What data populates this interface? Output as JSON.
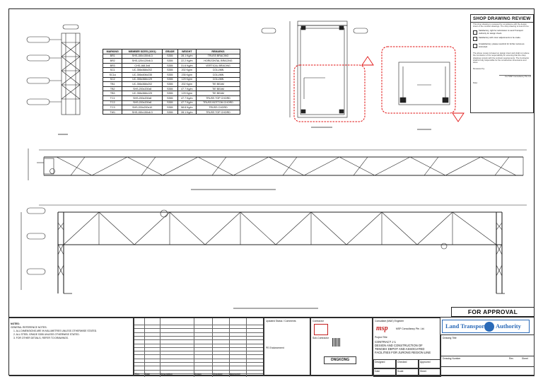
{
  "review_panel": {
    "title": "SHOP DRAWING REVIEW",
    "intro": "This shop drawing is reviewed for compliance with the design intent of the contract drawings. The shop drawing is found to be:",
    "options": [
      "Satisfactory, right for submission to Land Transport Authority for design check.",
      "Satisfactory with minor adjustments to be made.",
      "Unsatisfactory; please resubmit for further review as instructed."
    ],
    "note": "The above review is based on design intent and shall not relieve the Contractor of his responsibility for ensuring that the shop drawings comply with the contract requirements. The Contractor shall be fully responsible for the construction dimensions and sizes.",
    "reviewed_by_label": "Reviewed by:",
    "reviewer": "For MSP Consultancy Pte Ltd",
    "date_label": "Date:"
  },
  "member_table": {
    "headers": [
      "MARKING",
      "MEMBER SIZES (1001)",
      "GRADE",
      "WEIGHT",
      "REMARKS"
    ],
    "rows": [
      [
        "BR1",
        "SHS-150x150x6.3",
        "S355",
        "28.1 Kg/m",
        "TRUSS BRACING"
      ],
      [
        "BR2",
        "SHS-120x120x6.3",
        "S355",
        "22.2 Kg/m",
        "HORIZONTAL BRACING"
      ],
      [
        "BR3",
        "CHS-168.3x8",
        "S355",
        "31.6 Kg/m",
        "VERTICAL BRACING"
      ],
      [
        "SC1",
        "UC-356x368x202",
        "S355",
        "202 Kg/m",
        "COLUMN"
      ],
      [
        "SC1a",
        "UC-356x406x235",
        "S355",
        "235 Kg/m",
        "COLUMN"
      ],
      [
        "SC2",
        "UC-356x368x129",
        "S355",
        "129 Kg/m",
        "COLUMN"
      ],
      [
        "TB1",
        "UC-356x368x202",
        "S355",
        "202 Kg/m",
        "TIE BEAM"
      ],
      [
        "TB2",
        "SHS-200x200x8",
        "S355",
        "47.7 Kg/m",
        "TIE BEAM"
      ],
      [
        "TB3",
        "UC-356x368x129",
        "S355",
        "129 Kg/m",
        "TIE BEAM"
      ],
      [
        "TC1",
        "SHS-200x200x8",
        "S355",
        "47.7 Kg/m",
        "TRUSS TOP CHORD"
      ],
      [
        "TC2",
        "SHS-200x200x8",
        "S355",
        "47.7 Kg/m",
        "TRUSS BOTTOM CHORD"
      ],
      [
        "TC3",
        "SHS-200x200x10",
        "S355",
        "58.8 Kg/m",
        "TRUSS CHORD"
      ],
      [
        "TW1",
        "SHS-150x150x6.3",
        "S355",
        "28.1 Kg/m",
        "TRUSS TOP CHORD"
      ]
    ]
  },
  "approval_stamp": "FOR APPROVAL",
  "notes": {
    "title": "NOTES:",
    "heading": "GENERAL REFERENCE NOTES:",
    "lines": [
      "1. ALL DIMENSIONS ARE IN MILLIMETRES UNLESS OTHERWISE STATED.",
      "2. ALL STEEL GRADE S355 UNLESS OTHERWISE STATED.",
      "3. FOR OTHER DETAILS, REFER TO DRAWINGS."
    ]
  },
  "title_block": {
    "updated_label": "Updated Status / Comments",
    "contractor_label": "Contractor",
    "sub_contractor_label": "Sub-Contractor",
    "endorsement_label": "PE Endorsement",
    "consultant_label": "Consultant (M&E) Engineer",
    "consultant_name": "MSP Consultancy Pte. Ltd.",
    "project_title_label": "Project Title",
    "project_lines": [
      "CONTRACT J 1",
      "DESIGN AND CONSTRUCTION OF",
      "TENGEH DEPOT AND ASSOCIATED",
      "FACILITIES FOR JURONG REGION LINE"
    ],
    "drawing_title_label": "Drawing Title",
    "drawing_number_label": "Drawing Number",
    "rev_label": "Rev",
    "sheet_label": "Sheet",
    "authority_left": "Land Transport",
    "authority_right": "Authority",
    "tag_label": "ONGKONG",
    "fields": [
      "Designed",
      "Checked",
      "Approved",
      "Date",
      "Scale",
      "Sheet"
    ],
    "rev_columns": [
      "Rev",
      "Date",
      "Description",
      "Drawn",
      "Checked",
      "Approved"
    ]
  },
  "colors": {
    "redline": "#e01010",
    "authority_blue": "#2a6ab8",
    "consultant_red": "#c42020"
  }
}
